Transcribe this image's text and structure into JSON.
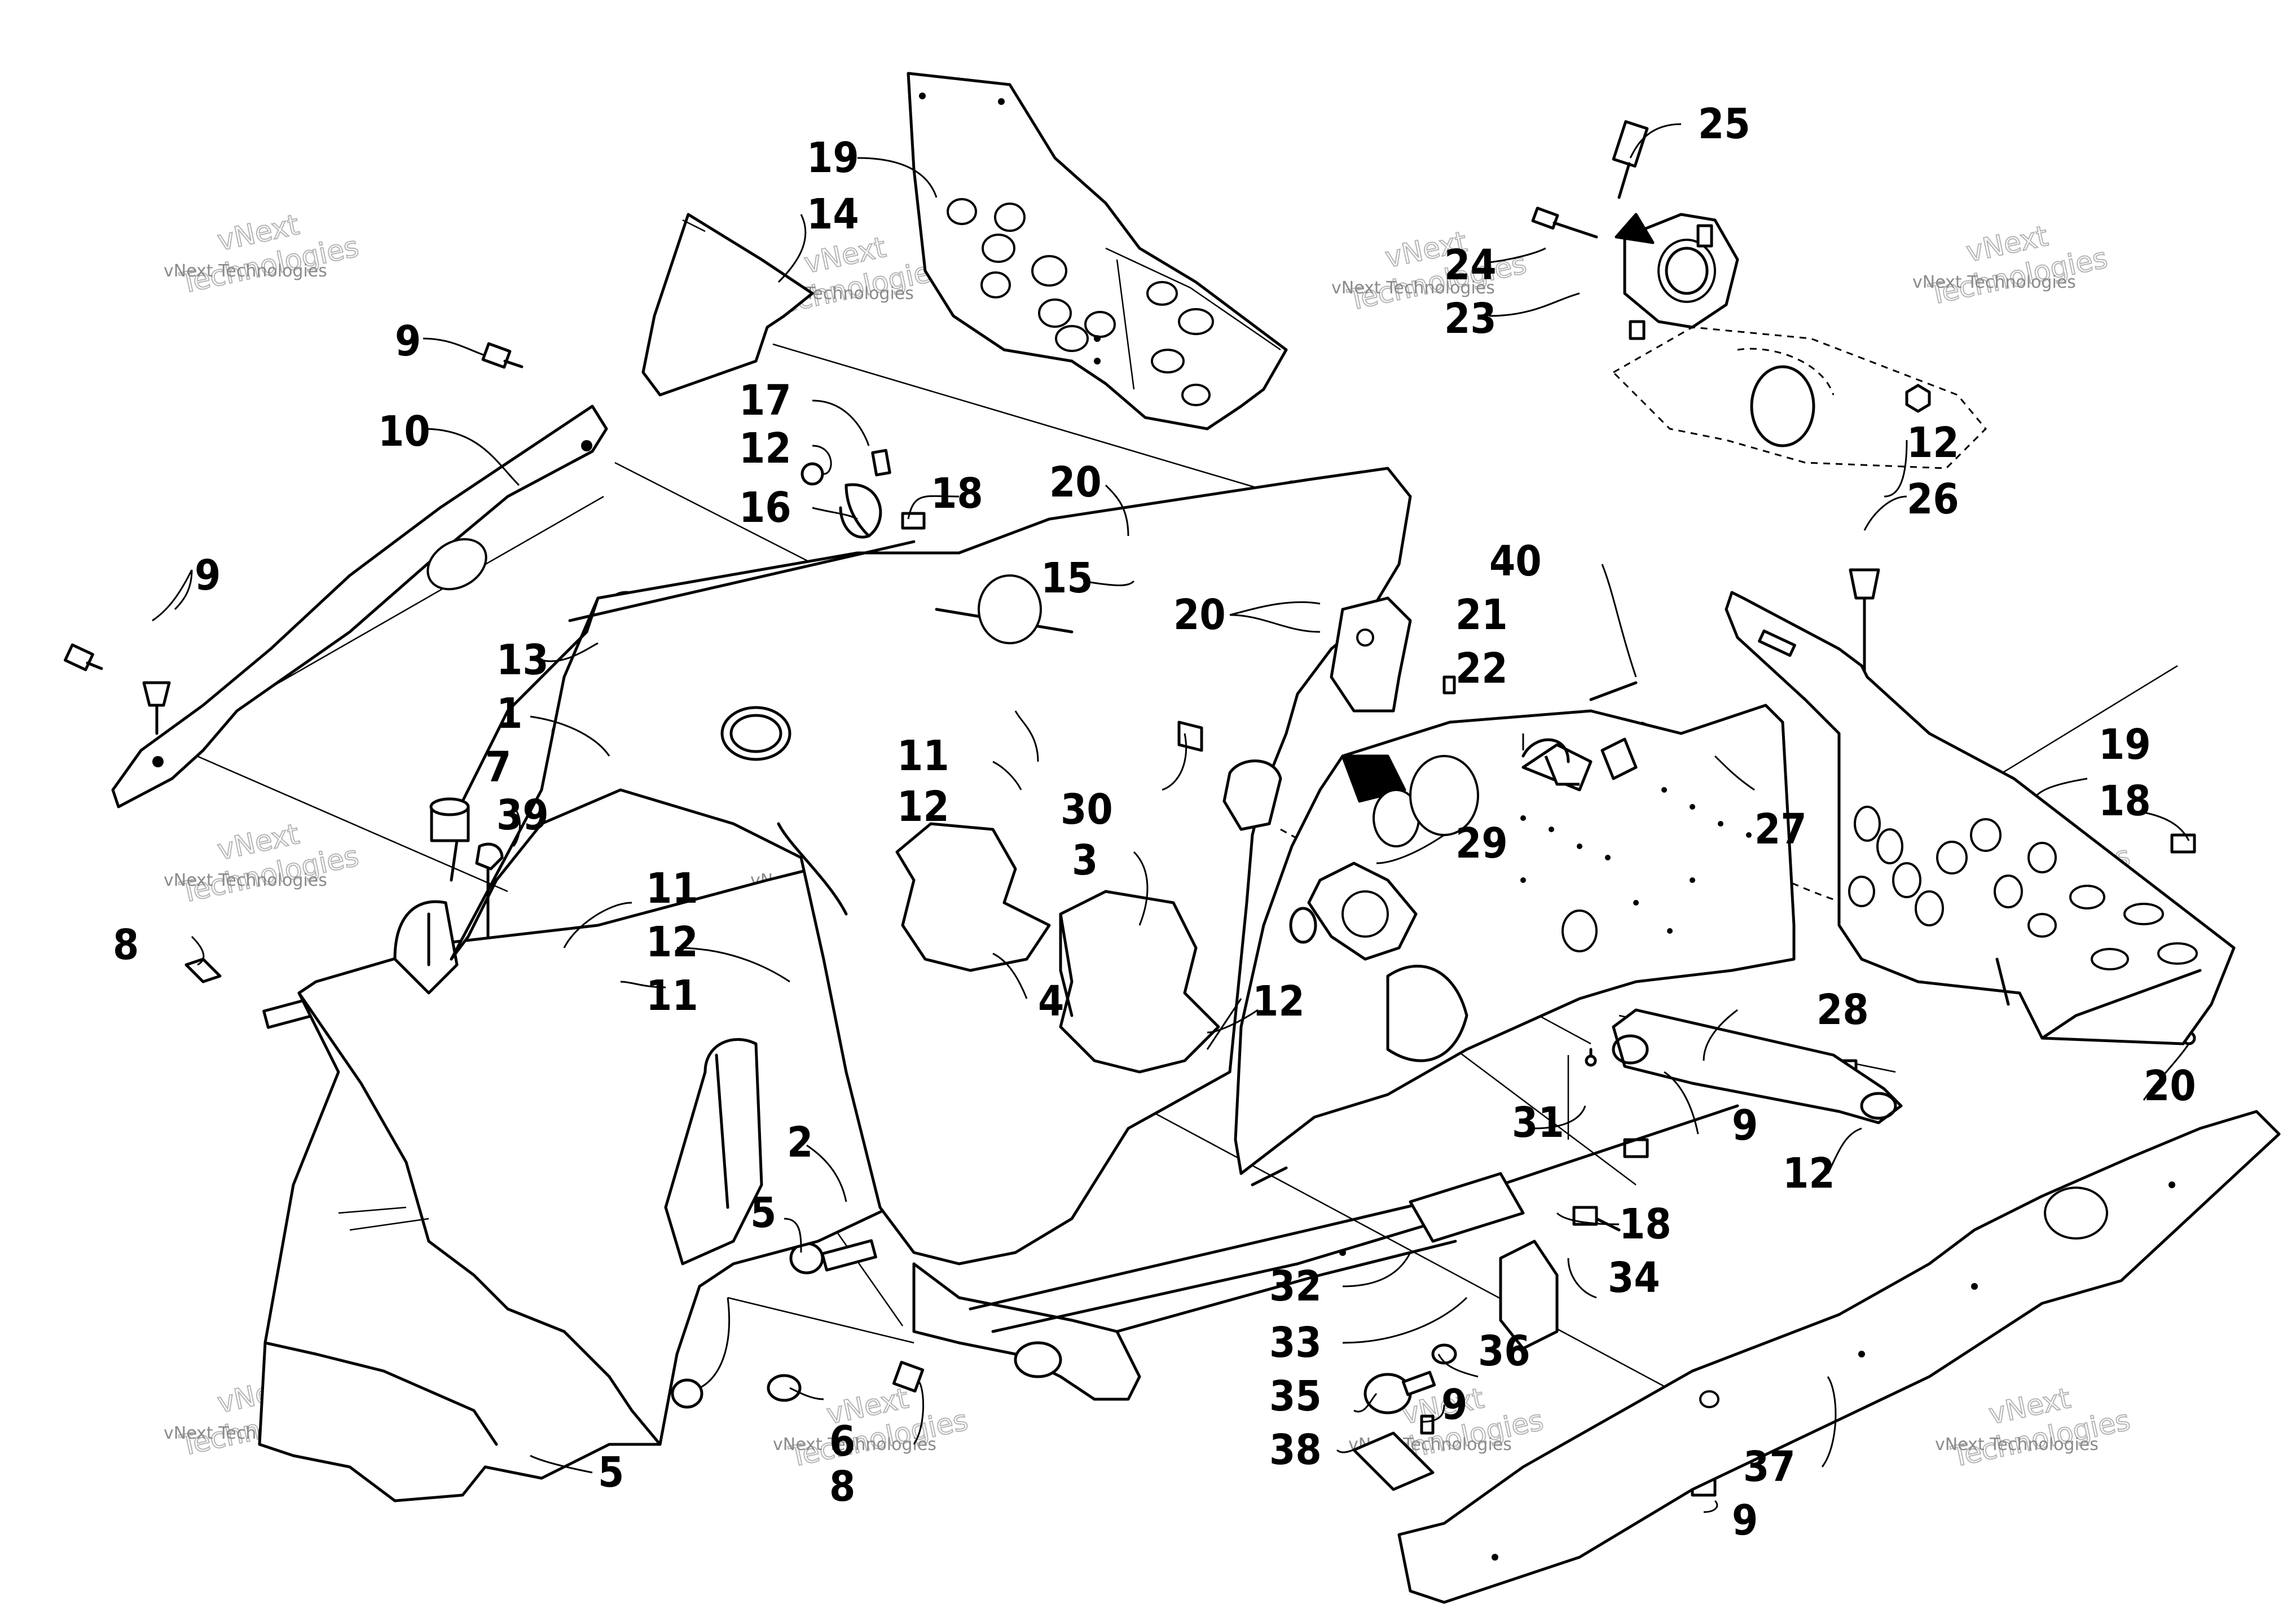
{
  "diagram": {
    "callouts": [
      {
        "id": "c19a",
        "text": "19"
      },
      {
        "id": "c14",
        "text": "14"
      },
      {
        "id": "c25",
        "text": "25"
      },
      {
        "id": "c24",
        "text": "24"
      },
      {
        "id": "c23",
        "text": "23"
      },
      {
        "id": "c12a",
        "text": "12"
      },
      {
        "id": "c26",
        "text": "26"
      },
      {
        "id": "c9a",
        "text": "9"
      },
      {
        "id": "c10",
        "text": "10"
      },
      {
        "id": "c17",
        "text": "17"
      },
      {
        "id": "c12b",
        "text": "12"
      },
      {
        "id": "c16",
        "text": "16"
      },
      {
        "id": "c18a",
        "text": "18"
      },
      {
        "id": "c20a",
        "text": "20"
      },
      {
        "id": "c15",
        "text": "15"
      },
      {
        "id": "c9b",
        "text": "9"
      },
      {
        "id": "c13",
        "text": "13"
      },
      {
        "id": "c20b",
        "text": "20"
      },
      {
        "id": "c21",
        "text": "21"
      },
      {
        "id": "c22",
        "text": "22"
      },
      {
        "id": "c40",
        "text": "40"
      },
      {
        "id": "c1",
        "text": "1"
      },
      {
        "id": "c7",
        "text": "7"
      },
      {
        "id": "c39",
        "text": "39"
      },
      {
        "id": "c11a",
        "text": "11"
      },
      {
        "id": "c12c",
        "text": "12"
      },
      {
        "id": "c30",
        "text": "30"
      },
      {
        "id": "c29",
        "text": "29"
      },
      {
        "id": "c27",
        "text": "27"
      },
      {
        "id": "c19b",
        "text": "19"
      },
      {
        "id": "c18b",
        "text": "18"
      },
      {
        "id": "c3",
        "text": "3"
      },
      {
        "id": "c8a",
        "text": "8"
      },
      {
        "id": "c11b",
        "text": "11"
      },
      {
        "id": "c12d",
        "text": "12"
      },
      {
        "id": "c11c",
        "text": "11"
      },
      {
        "id": "c4",
        "text": "4"
      },
      {
        "id": "c12e",
        "text": "12"
      },
      {
        "id": "c28",
        "text": "28"
      },
      {
        "id": "c20c",
        "text": "20"
      },
      {
        "id": "c2",
        "text": "2"
      },
      {
        "id": "c31",
        "text": "31"
      },
      {
        "id": "c9c",
        "text": "9"
      },
      {
        "id": "c12f",
        "text": "12"
      },
      {
        "id": "c5a",
        "text": "5"
      },
      {
        "id": "c18c",
        "text": "18"
      },
      {
        "id": "c34",
        "text": "34"
      },
      {
        "id": "c32",
        "text": "32"
      },
      {
        "id": "c33",
        "text": "33"
      },
      {
        "id": "c36",
        "text": "36"
      },
      {
        "id": "c35",
        "text": "35"
      },
      {
        "id": "c9d",
        "text": "9"
      },
      {
        "id": "c38",
        "text": "38"
      },
      {
        "id": "c37",
        "text": "37"
      },
      {
        "id": "c5b",
        "text": "5"
      },
      {
        "id": "c6",
        "text": "6"
      },
      {
        "id": "c8b",
        "text": "8"
      },
      {
        "id": "c9e",
        "text": "9"
      }
    ]
  },
  "watermark": {
    "line1": "vNext",
    "line2": "Technologies",
    "small": "vNext Technologies"
  }
}
